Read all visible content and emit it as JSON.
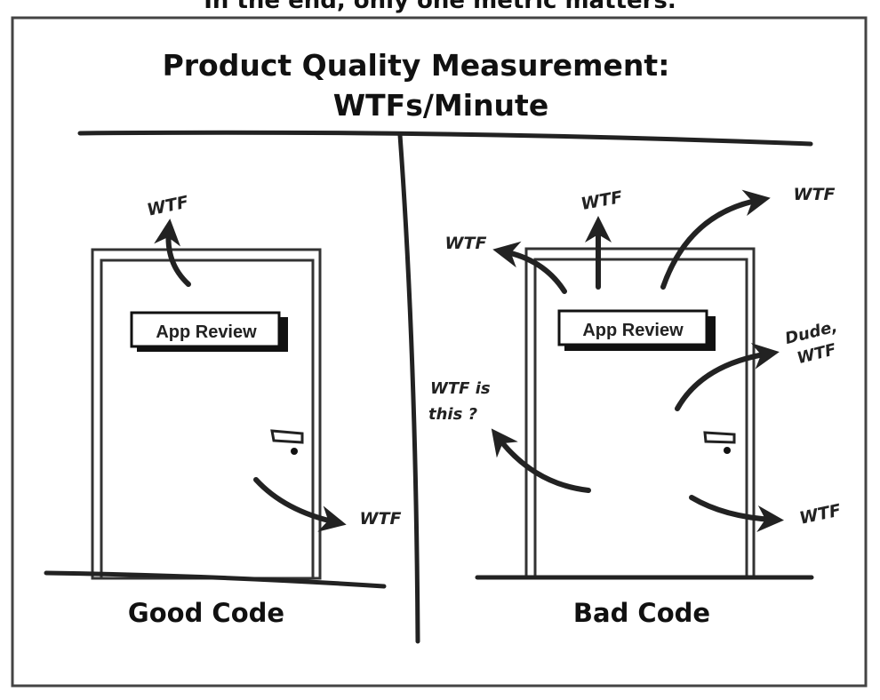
{
  "top_caption": "In the end, only one metric matters.",
  "title": {
    "line1": "Product Quality Measurement:",
    "line2": "WTFs/Minute"
  },
  "panels": [
    {
      "label": "Good Code",
      "sign": "App Review",
      "exclamations": [
        "WTF",
        "WTF"
      ]
    },
    {
      "label": "Bad Code",
      "sign": "App Review",
      "exclamations": [
        "WTF",
        "WTF",
        "WTF",
        "Dude,",
        "WTF",
        "WTF is",
        "this ?",
        "WTF"
      ]
    }
  ],
  "colors": {
    "ink": "#111111",
    "paper": "#ffffff",
    "frame": "#444444"
  }
}
